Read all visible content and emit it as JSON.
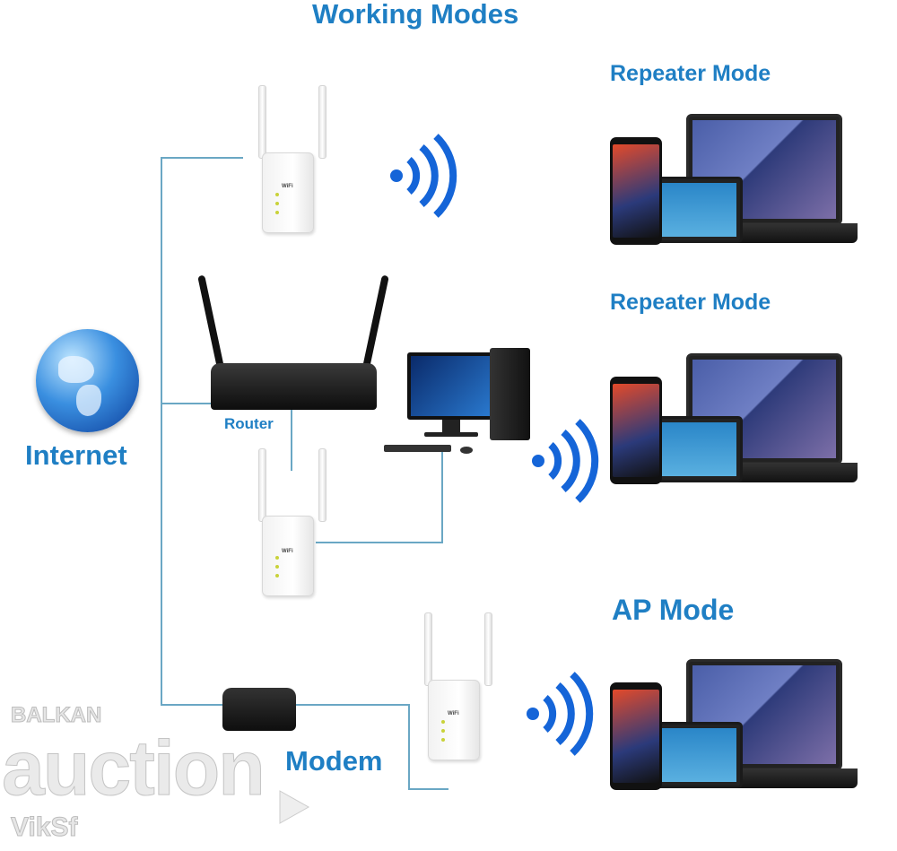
{
  "title": "Working Modes",
  "labels": {
    "internet": "Internet",
    "router": "Router",
    "modem": "Modem",
    "mode_1": "Repeater Mode",
    "mode_2": "Repeater Mode",
    "mode_3": "AP Mode"
  },
  "device_labels": {
    "repeater_logo": "WiFi"
  },
  "watermark": {
    "line1": "BALKAN",
    "line2": "auction",
    "line3": "VikSf"
  },
  "colors": {
    "label_blue": "#1f7fc4",
    "wifi_blue": "#1565d8",
    "connector_line": "#6aa7c4"
  },
  "icons": [
    "globe-icon",
    "wifi-signal-icon",
    "router-icon",
    "modem-icon",
    "repeater-icon",
    "desktop-pc-icon",
    "laptop-icon",
    "tablet-icon",
    "smartphone-icon"
  ]
}
